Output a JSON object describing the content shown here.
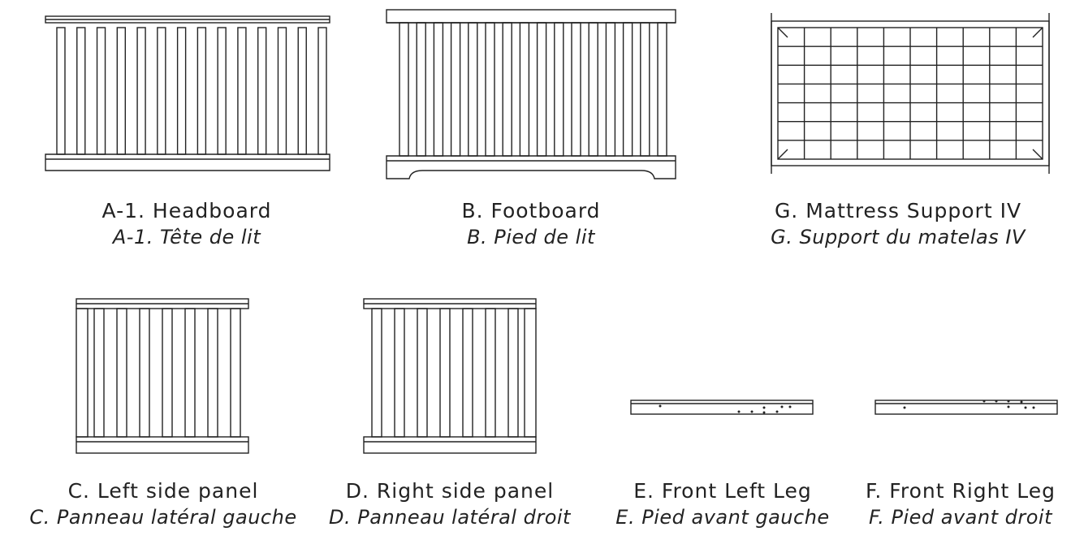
{
  "parts": [
    {
      "id": "a1",
      "label_en": "A-1. Headboard",
      "label_fr": "A-1. Tête de lit"
    },
    {
      "id": "b",
      "label_en": "B. Footboard",
      "label_fr": "B. Pied de lit"
    },
    {
      "id": "g",
      "label_en": "G. Mattress Support IV",
      "label_fr": "G. Support du matelas IV"
    },
    {
      "id": "c",
      "label_en": "C. Left side panel",
      "label_fr": "C. Panneau latéral gauche"
    },
    {
      "id": "d",
      "label_en": "D. Right side panel",
      "label_fr": "D. Panneau latéral droit"
    },
    {
      "id": "e",
      "label_en": "E. Front Left Leg",
      "label_fr": "E. Pied avant gauche"
    },
    {
      "id": "f",
      "label_en": "F. Front Right Leg",
      "label_fr": "F. Pied avant droit"
    }
  ]
}
